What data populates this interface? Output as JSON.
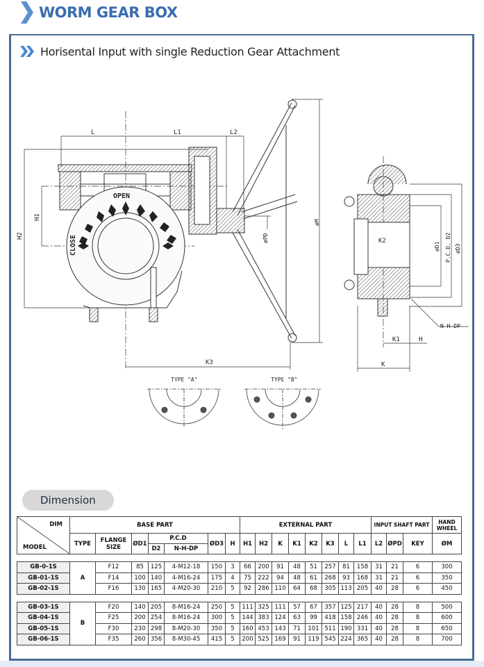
{
  "header": {
    "title": "WORM GEAR BOX",
    "chevron_icon": "chevron-right-icon",
    "accent_color": "#3b6db0"
  },
  "section": {
    "subtitle": "Horisental Input with single Reduction Gear Attachment",
    "subtitle_icon": "double-chevron-right-icon",
    "frame_color": "#4a6a94"
  },
  "drawing": {
    "front_view_labels": {
      "L": "L",
      "L1": "L1",
      "L2": "L2",
      "H1": "H1",
      "H2": "H2",
      "K3": "K3",
      "PD": "øPD",
      "M": "øM",
      "open": "OPEN",
      "close": "CLOSE"
    },
    "side_view_labels": {
      "K2": "K2",
      "D1": "øD1",
      "D2": "P.C.D. D2",
      "D3": "øD3",
      "NHDP": "N-H-DP",
      "K1": "K1",
      "H": "H",
      "K": "K"
    },
    "flange_types": {
      "type_a": "TYPE \"A\"",
      "type_b": "TYPE \"B\""
    }
  },
  "dimension_pill": "Dimension",
  "table": {
    "corner_dim": "DIM",
    "corner_model": "MODEL",
    "groups": {
      "base": "BASE PART",
      "external": "EXTERNAL PART",
      "input": "INPUT SHAFT PART",
      "hand": "HAND WHEEL"
    },
    "headers": {
      "type": "TYPE",
      "flange": "FLANGE SIZE",
      "d1": "ØD1",
      "pcd": "P.C.D",
      "d2": "D2",
      "nhdp": "N-H-DP",
      "d3": "ØD3",
      "h": "H",
      "h1": "H1",
      "h2": "H2",
      "k": "K",
      "k1": "K1",
      "k2": "K2",
      "k3": "K3",
      "l": "L",
      "l1": "L1",
      "l2": "L2",
      "pd": "ØPD",
      "key": "KEY",
      "m": "ØM"
    },
    "type_a": "A",
    "type_b": "B",
    "rows_a": [
      {
        "model": "GB-0-1S",
        "flange": "F12",
        "d1": "85",
        "d2": "125",
        "nhdp": "4-M12-18",
        "d3": "150",
        "h": "3",
        "h1": "66",
        "h2": "200",
        "k": "91",
        "k1": "48",
        "k2": "51",
        "k3": "257",
        "l": "81",
        "l1": "158",
        "l2": "31",
        "pd": "21",
        "key": "6",
        "m": "300"
      },
      {
        "model": "GB-01-1S",
        "flange": "F14",
        "d1": "100",
        "d2": "140",
        "nhdp": "4-M16-24",
        "d3": "175",
        "h": "4",
        "h1": "75",
        "h2": "222",
        "k": "94",
        "k1": "48",
        "k2": "61",
        "k3": "268",
        "l": "93",
        "l1": "168",
        "l2": "31",
        "pd": "21",
        "key": "6",
        "m": "350"
      },
      {
        "model": "GB-02-1S",
        "flange": "F16",
        "d1": "130",
        "d2": "165",
        "nhdp": "4-M20-30",
        "d3": "210",
        "h": "5",
        "h1": "92",
        "h2": "286",
        "k": "110",
        "k1": "64",
        "k2": "68",
        "k3": "305",
        "l": "113",
        "l1": "205",
        "l2": "40",
        "pd": "28",
        "key": "6",
        "m": "450"
      }
    ],
    "rows_b": [
      {
        "model": "GB-03-1S",
        "flange": "F20",
        "d1": "140",
        "d2": "205",
        "nhdp": "8-M16-24",
        "d3": "250",
        "h": "5",
        "h1": "111",
        "h2": "325",
        "k": "111",
        "k1": "57",
        "k2": "67",
        "k3": "357",
        "l": "125",
        "l1": "217",
        "l2": "40",
        "pd": "28",
        "key": "8",
        "m": "500"
      },
      {
        "model": "GB-04-1S",
        "flange": "F25",
        "d1": "200",
        "d2": "254",
        "nhdp": "8-M16-24",
        "d3": "300",
        "h": "5",
        "h1": "144",
        "h2": "383",
        "k": "124",
        "k1": "63",
        "k2": "99",
        "k3": "418",
        "l": "158",
        "l1": "246",
        "l2": "40",
        "pd": "28",
        "key": "8",
        "m": "600"
      },
      {
        "model": "GB-05-1S",
        "flange": "F30",
        "d1": "230",
        "d2": "298",
        "nhdp": "8-M20-30",
        "d3": "350",
        "h": "5",
        "h1": "160",
        "h2": "453",
        "k": "143",
        "k1": "71",
        "k2": "101",
        "k3": "511",
        "l": "190",
        "l1": "331",
        "l2": "40",
        "pd": "28",
        "key": "8",
        "m": "650"
      },
      {
        "model": "GB-06-1S",
        "flange": "F35",
        "d1": "260",
        "d2": "356",
        "nhdp": "8-M30-45",
        "d3": "415",
        "h": "5",
        "h1": "200",
        "h2": "525",
        "k": "169",
        "k1": "91",
        "k2": "119",
        "k3": "545",
        "l": "224",
        "l1": "365",
        "l2": "40",
        "pd": "28",
        "key": "8",
        "m": "700"
      }
    ]
  }
}
